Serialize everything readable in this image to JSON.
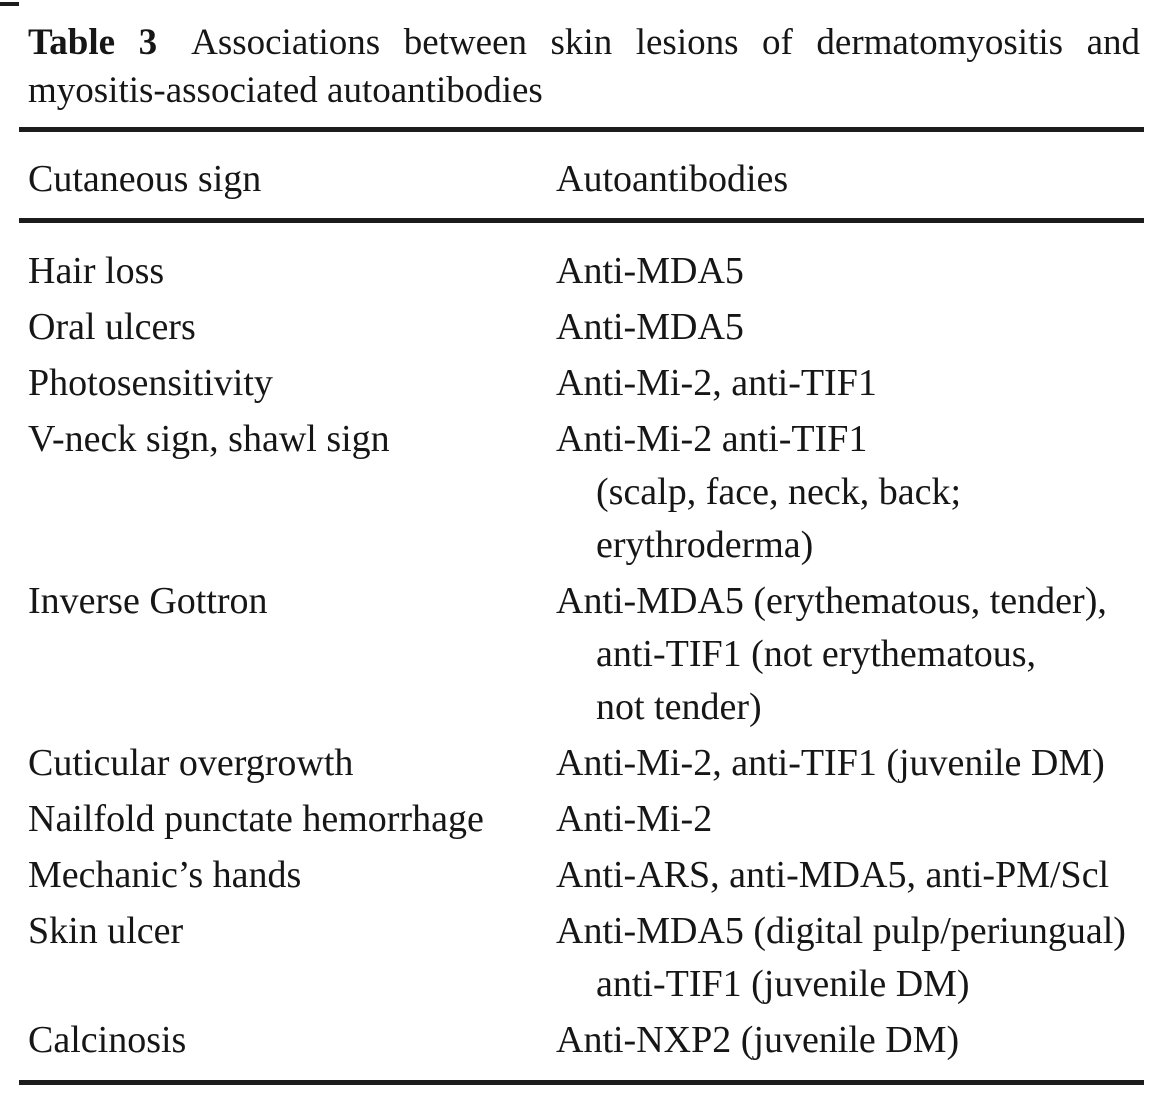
{
  "page": {
    "background": "#ffffff",
    "text_color": "#161616",
    "rule_color": "#1c1c1c"
  },
  "caption": {
    "label": "Table 3",
    "line1_rest": "Associations between skin lesions of dermatomyositis and",
    "line2": "myositis-associated autoantibodies"
  },
  "table": {
    "columns": [
      "Cutaneous sign",
      "Autoantibodies"
    ],
    "rows": [
      {
        "sign": "Hair loss",
        "antibodies": [
          "Anti-MDA5"
        ]
      },
      {
        "sign": "Oral ulcers",
        "antibodies": [
          "Anti-MDA5"
        ]
      },
      {
        "sign": "Photosensitivity",
        "antibodies": [
          "Anti-Mi-2, anti-TIF1"
        ]
      },
      {
        "sign": "V-neck sign, shawl sign",
        "antibodies": [
          "Anti-Mi-2 anti-TIF1",
          "(scalp, face, neck, back;",
          "erythroderma)"
        ]
      },
      {
        "sign": "Inverse Gottron",
        "antibodies": [
          "Anti-MDA5 (erythematous, tender),",
          "anti-TIF1 (not erythematous,",
          "not tender)"
        ]
      },
      {
        "sign": "Cuticular overgrowth",
        "antibodies": [
          "Anti-Mi-2, anti-TIF1 (juvenile DM)"
        ]
      },
      {
        "sign": "Nailfold punctate hemorrhage",
        "antibodies": [
          "Anti-Mi-2"
        ]
      },
      {
        "sign": "Mechanic’s hands",
        "antibodies": [
          "Anti-ARS, anti-MDA5, anti-PM/Scl"
        ]
      },
      {
        "sign": "Skin ulcer",
        "antibodies": [
          "Anti-MDA5 (digital pulp/periungual)",
          "anti-TIF1 (juvenile DM)"
        ]
      },
      {
        "sign": "Calcinosis",
        "antibodies": [
          "Anti-NXP2 (juvenile DM)"
        ]
      }
    ]
  }
}
